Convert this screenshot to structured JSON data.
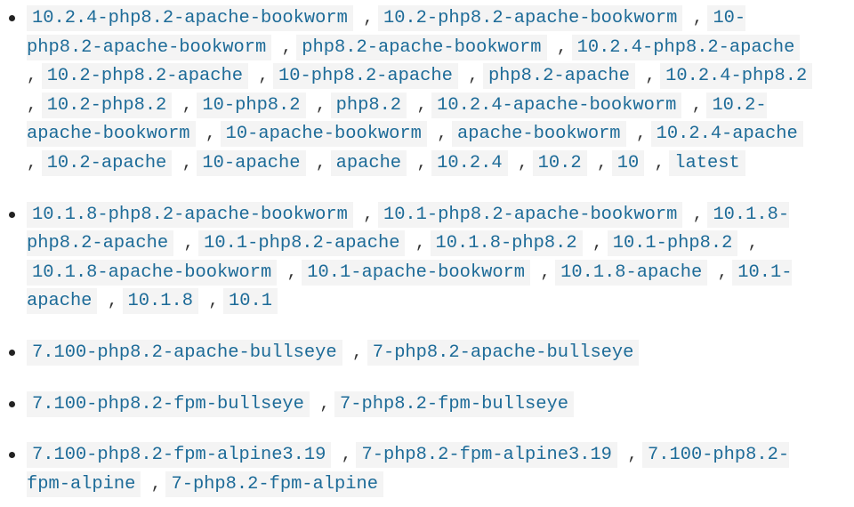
{
  "tag_groups": [
    [
      "10.2.4-php8.2-apache-bookworm",
      "10.2-php8.2-apache-bookworm",
      "10-php8.2-apache-bookworm",
      "php8.2-apache-bookworm",
      "10.2.4-php8.2-apache",
      "10.2-php8.2-apache",
      "10-php8.2-apache",
      "php8.2-apache",
      "10.2.4-php8.2",
      "10.2-php8.2",
      "10-php8.2",
      "php8.2",
      "10.2.4-apache-bookworm",
      "10.2-apache-bookworm",
      "10-apache-bookworm",
      "apache-bookworm",
      "10.2.4-apache",
      "10.2-apache",
      "10-apache",
      "apache",
      "10.2.4",
      "10.2",
      "10",
      "latest"
    ],
    [
      "10.1.8-php8.2-apache-bookworm",
      "10.1-php8.2-apache-bookworm",
      "10.1.8-php8.2-apache",
      "10.1-php8.2-apache",
      "10.1.8-php8.2",
      "10.1-php8.2",
      "10.1.8-apache-bookworm",
      "10.1-apache-bookworm",
      "10.1.8-apache",
      "10.1-apache",
      "10.1.8",
      "10.1"
    ],
    [
      "7.100-php8.2-apache-bullseye",
      "7-php8.2-apache-bullseye"
    ],
    [
      "7.100-php8.2-fpm-bullseye",
      "7-php8.2-fpm-bullseye"
    ],
    [
      "7.100-php8.2-fpm-alpine3.19",
      "7-php8.2-fpm-alpine3.19",
      "7.100-php8.2-fpm-alpine",
      "7-php8.2-fpm-alpine"
    ]
  ],
  "separator": ","
}
